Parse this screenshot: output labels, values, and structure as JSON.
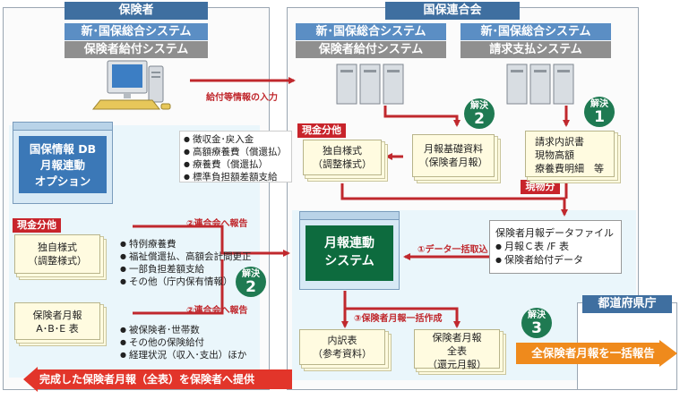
{
  "hokensha": {
    "title": "保険者",
    "system_line1": "新･国保総合システム",
    "system_line2": "保険者給付システム",
    "option_box": [
      "国保情報 DB",
      "月報連動",
      "オプション"
    ]
  },
  "rengokai": {
    "title": "国保連合会",
    "system_left_line1": "新･国保総合システム",
    "system_left_line2": "保険者給付システム",
    "system_right_line1": "新･国保総合システム",
    "system_right_line2": "請求支払システム"
  },
  "arrows": {
    "kyufu_input": "給付等情報の入力",
    "report1": "②連合会へ報告",
    "report2": "②連合会へ報告",
    "data_import": "①データ一括取込",
    "batch_create": "③保険者月報一括作成",
    "bottom_provide": "完成した保険者月報（全表）を保険者へ提供",
    "all_report": "全保険者月報を一括報告"
  },
  "tags": {
    "genkin1": "現金分他",
    "genkin2": "現金分他",
    "genbutsu": "現物分"
  },
  "badges": [
    {
      "top": "解決",
      "num": "2"
    },
    {
      "top": "解決",
      "num": "1"
    },
    {
      "top": "解決",
      "num": "2"
    },
    {
      "top": "解決",
      "num": "3"
    }
  ],
  "docs": {
    "dokuji_upper": [
      "独自様式",
      "（調整様式）"
    ],
    "geppo_kiso": [
      "月報基礎資料",
      "（保険者月報）"
    ],
    "seikyu": [
      "請求内訳書",
      "現物高額",
      "療養費明細　等"
    ],
    "dokuji_lower": [
      "独自様式",
      "（調整様式）"
    ],
    "hokensha_geppo": [
      "保険者月報",
      "A･B･E 表"
    ],
    "uchiwake": [
      "内訳表",
      "（参考資料）"
    ],
    "zenhyo": [
      "保険者月報",
      "全表",
      "（還元月報）"
    ]
  },
  "lists": {
    "upper": [
      "徴収金･戻入金",
      "高額療養費（償還払）",
      "療養費（償還払）",
      "標準負担額差額支給"
    ],
    "middle": [
      "特例療養費",
      "福祉償還払、高額会計間更正",
      "一部負担差額支給",
      "その他（庁内保有情報）"
    ],
    "lower": [
      "被保険者･世帯数",
      "その他の保険給付",
      "経理状況（収入･支出）ほか"
    ]
  },
  "data_file": {
    "title": "保険者月報データファイル",
    "items": [
      "月報Ｃ表 /F 表",
      "保険者給付データ"
    ]
  },
  "central": {
    "line1": "月報連動",
    "line2": "システム"
  },
  "todofuken": "都道府県庁",
  "colors": {
    "header_blue": "#3f6fa0",
    "system_blue": "#5b8ec4",
    "arrow_red": "#c0282d",
    "badge_green": "#1f7a52",
    "bottom_arrow_red": "#e2352a",
    "orange_arrow": "#ef8a1c",
    "central_green": "#0d6b3e"
  }
}
